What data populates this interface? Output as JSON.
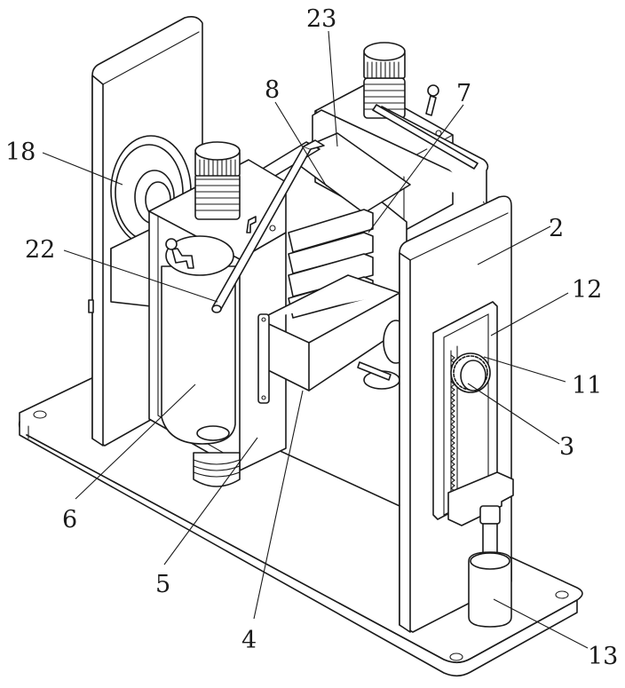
{
  "figure": {
    "type": "patent-mechanical-isometric",
    "line_color": "#1a1a1a",
    "background": "#ffffff"
  },
  "labels": [
    {
      "id": "label-23",
      "text": "23",
      "part": "guide-frame"
    },
    {
      "id": "label-8",
      "text": "8",
      "part": "top-plate"
    },
    {
      "id": "label-7",
      "text": "7",
      "part": "fins"
    },
    {
      "id": "label-18",
      "text": "18",
      "part": "wheel"
    },
    {
      "id": "label-22",
      "text": "22",
      "part": "rod"
    },
    {
      "id": "label-2",
      "text": "2",
      "part": "right-upright-plate"
    },
    {
      "id": "label-12",
      "text": "12",
      "part": "rack-housing"
    },
    {
      "id": "label-11",
      "text": "11",
      "part": "gear"
    },
    {
      "id": "label-3",
      "text": "3",
      "part": "gear-hub"
    },
    {
      "id": "label-6",
      "text": "6",
      "part": "cylinder"
    },
    {
      "id": "label-5",
      "text": "5",
      "part": "left-frame"
    },
    {
      "id": "label-4",
      "text": "4",
      "part": "bracket-box"
    },
    {
      "id": "label-13",
      "text": "13",
      "part": "cylinder-actuator"
    }
  ]
}
